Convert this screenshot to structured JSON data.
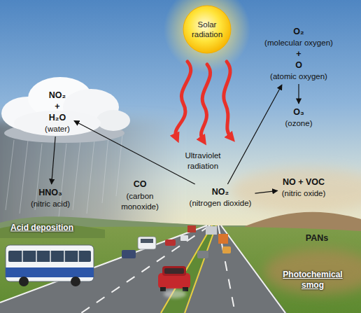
{
  "diagram": {
    "nodes": [
      {
        "text": [
          "Solar radiation"
        ]
      },
      {
        "text": [
          "NO₂",
          "+",
          "H₂O",
          "(water)"
        ]
      },
      {
        "text": [
          "HNO₃",
          "(nitric acid)"
        ]
      },
      {
        "text": [
          "NO₂",
          "(nitrogen dioxide)"
        ]
      },
      {
        "text": [
          "O₂",
          "(molecular oxygen)",
          "+",
          "O",
          "(atomic oxygen)"
        ]
      },
      {
        "text": [
          "O₃",
          "(ozone)"
        ]
      },
      {
        "text": [
          "NO + VOC",
          "(nitric oxide)"
        ]
      }
    ],
    "edges": [
      {
        "from": 3,
        "to": 1,
        "arrow": "to"
      },
      {
        "from": 1,
        "to": 2,
        "arrow": "to"
      },
      {
        "from": 3,
        "to": 4,
        "arrow": "to"
      },
      {
        "from": 4,
        "to": 5,
        "arrow": "to"
      },
      {
        "from": 3,
        "to": 6,
        "arrow": "to"
      }
    ],
    "labels": [
      "Ultraviolet radiation",
      "CO",
      "(carbon monoxide)",
      "Acid deposition",
      "PANs",
      "Photochemical smog"
    ]
  }
}
